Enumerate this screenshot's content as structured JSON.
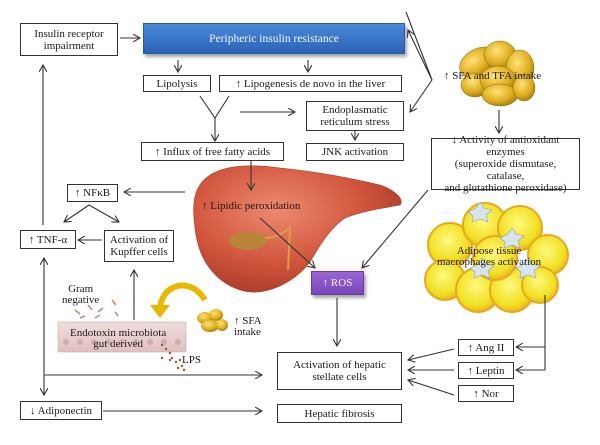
{
  "diagram": {
    "nodes": {
      "insulin_receptor": "Insulin receptor impairment",
      "peripheric_ir": "Peripheric insulin resistance",
      "lipolysis": "Lipolysis",
      "lipogenesis": "↑ Lipogenesis de novo in the liver",
      "er_stress": "Endoplasmatic reticulum stress",
      "influx_ffa": "↑ Influx of free fatty acids",
      "jnk": "JNK activation",
      "sfa_tfa": "↑ SFA and TFA intake",
      "antioxidant_1": "↓ Activity of antioxidant",
      "antioxidant_2": "enzymes",
      "antioxidant_3": "(superoxide dismutase, catalase,",
      "antioxidant_4": "and glutathione peroxidase)",
      "nfkb": "↑ NFκB",
      "lipidic_perox": "↑ Lipidic peroxidation",
      "tnf": "↑ TNF-α",
      "kupffer_1": "Activation of",
      "kupffer_2": "Kupffer cells",
      "ros": "↑ ROS",
      "adipose_1": "Adipose tissue",
      "adipose_2": "macrophages activation",
      "gram_1": "Gram",
      "gram_2": "negative",
      "endotoxin_1": "Endotoxin microbiota",
      "endotoxin_2": "gut derived",
      "sfa_intake_1": "↑ SFA",
      "sfa_intake_2": "intake",
      "lps": "LPS",
      "hsc_1": "Activation of hepatic",
      "hsc_2": "stellate cells",
      "ang": "↑ Ang II",
      "leptin": "↑ Leptin",
      "nor": "↑ Nor",
      "adiponectin": "↓ Adiponectin",
      "fibrosis": "Hepatic fibrosis"
    },
    "colors": {
      "insulin_resistance_box": "#3a76c8",
      "ros_box": "#8a55c6",
      "liver": "#d0553c",
      "fat_globules": "#e0b020",
      "adipocytes": "#f0e020"
    }
  }
}
